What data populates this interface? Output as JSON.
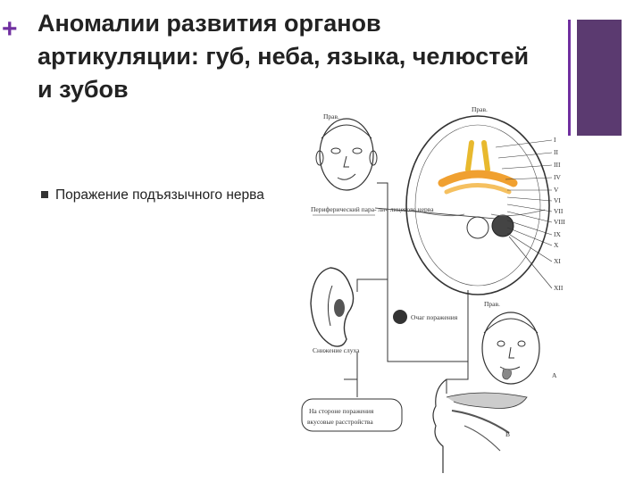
{
  "slide": {
    "plus_symbol": "+",
    "title": "Аномалии развития органов артикуляции: губ, неба, языка, челюстей и зубов",
    "bullet_text": "Поражение подъязычного нерва"
  },
  "figure": {
    "label_prav_top": "Прав.",
    "label_prav_skull": "Прав.",
    "label_peripheral": "Периферический пара- лич лицевого нерва",
    "label_focus": "Очаг поражения",
    "label_hearing": "Снижение слуха",
    "label_prav_bottom": "Прав.",
    "box_line1": "На стороне поражения",
    "box_line2": "вкусовые расстройства",
    "label_a": "А",
    "label_b": "В",
    "nerves": [
      "I",
      "II",
      "III",
      "IV",
      "V",
      "VI",
      "VII",
      "VIII",
      "IX",
      "X",
      "XI",
      "XII"
    ]
  }
}
